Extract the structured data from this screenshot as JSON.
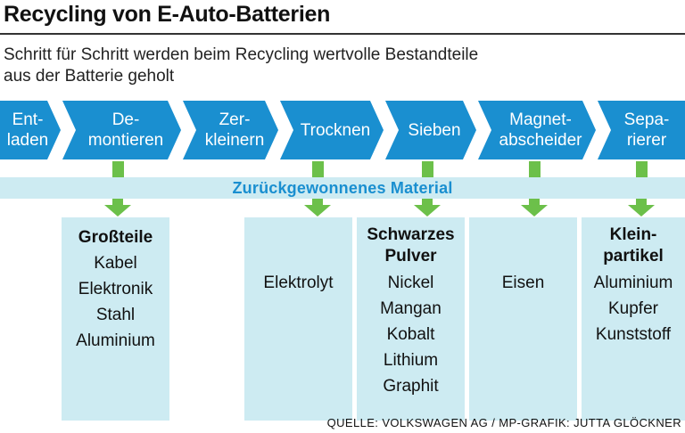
{
  "title": "Recycling von E-Auto-Batterien",
  "subtitle": {
    "line1": "Schritt für Schritt werden beim Recycling wertvolle Bestandteile",
    "line2": "aus der Batterie geholt"
  },
  "steps": [
    {
      "line1": "Ent-",
      "line2": "laden"
    },
    {
      "line1": "De-",
      "line2": "montieren"
    },
    {
      "line1": "Zer-",
      "line2": "kleinern"
    },
    {
      "line1": "Trocknen",
      "line2": ""
    },
    {
      "line1": "Sieben",
      "line2": ""
    },
    {
      "line1": "Magnet-",
      "line2": "abscheider"
    },
    {
      "line1": "Sepa-",
      "line2": "rierer"
    }
  ],
  "material_band": "Zurückgewonnenes Material",
  "outputs": {
    "demontieren": {
      "heading": "Großteile",
      "items": [
        "Kabel",
        "Elektronik",
        "Stahl",
        "Aluminium"
      ]
    },
    "trocknen": {
      "heading": "",
      "items": [
        "Elektrolyt"
      ]
    },
    "sieben": {
      "heading_line1": "Schwarzes",
      "heading_line2": "Pulver",
      "items": [
        "Nickel",
        "Mangan",
        "Kobalt",
        "Lithium",
        "Graphit"
      ]
    },
    "magnetabscheider": {
      "heading": "",
      "items": [
        "Eisen"
      ]
    },
    "separierer": {
      "heading_line1": "Klein-",
      "heading_line2": "partikel",
      "items": [
        "Aluminium",
        "Kupfer",
        "Kunststoff"
      ]
    }
  },
  "source": "QUELLE: VOLKSWAGEN AG / MP-GRAFIK: JUTTA GLÖCKNER",
  "colors": {
    "step_blue": "#1a8fd0",
    "arrow_green": "#6cc04a",
    "light_blue": "#cdebf2",
    "band_text": "#1a8fd0"
  }
}
